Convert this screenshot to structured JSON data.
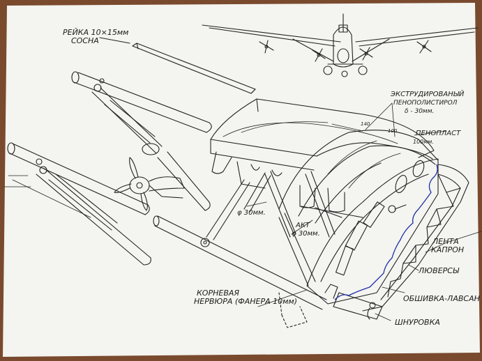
{
  "labels": {
    "rail": "РЕЙКА 10×15мм",
    "pine": "СОСНА",
    "extruded_1": "ЭКСТРУДИРОВАНЫЙ",
    "extruded_2": "ПЕНОПОЛИСТИРОЛ",
    "extruded_3": "δ - 30мм.",
    "dim_140": "140",
    "dim_100a": "100",
    "foam": "ПЕНОПЛАСТ",
    "dim_100b": "100мм.",
    "tube_left": "φ 30мм.",
    "tube_akt": "АКТ",
    "tube_right": "φ 30мм.",
    "tape_1": "ЛЕНТА",
    "tape_2": "КАПРОН",
    "lugs": "ЛЮВЕРСЫ",
    "bulkhead_1": "КОРНЕВАЯ",
    "bulkhead_2": "НЕРВЮРА (ФАНЕРА 10мм)",
    "covering": "ОБШИВКА-ЛАВСАН",
    "lacing": "ШНУРОВКА"
  },
  "colors": {
    "paper": "#f4f4f0",
    "ink": "#222222",
    "blue_lacing": "#1f2fa8",
    "background": "#7a4a2e"
  }
}
